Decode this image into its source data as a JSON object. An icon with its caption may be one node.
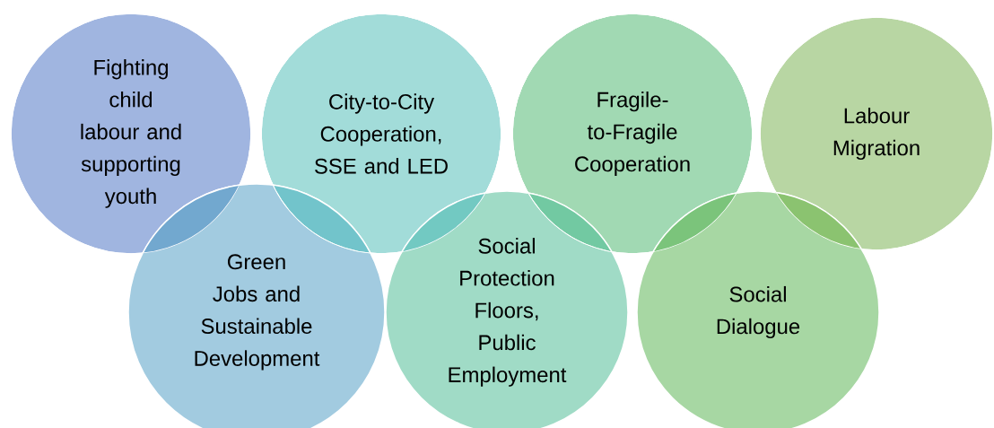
{
  "diagram": {
    "nodes": [
      {
        "text": [
          "Fighting child labour and supporting youth"
        ]
      },
      {
        "text": [
          "City-to-City Cooperation, SSE and LED"
        ]
      },
      {
        "text": [
          "Fragile-to-Fragile Cooperation"
        ]
      },
      {
        "text": [
          "Labour Migration"
        ]
      },
      {
        "text": [
          "Green Jobs and Sustainable Development"
        ]
      },
      {
        "text": [
          "Social Protection Floors, Public Employment"
        ]
      },
      {
        "text": [
          "Social Dialogue"
        ]
      }
    ]
  }
}
